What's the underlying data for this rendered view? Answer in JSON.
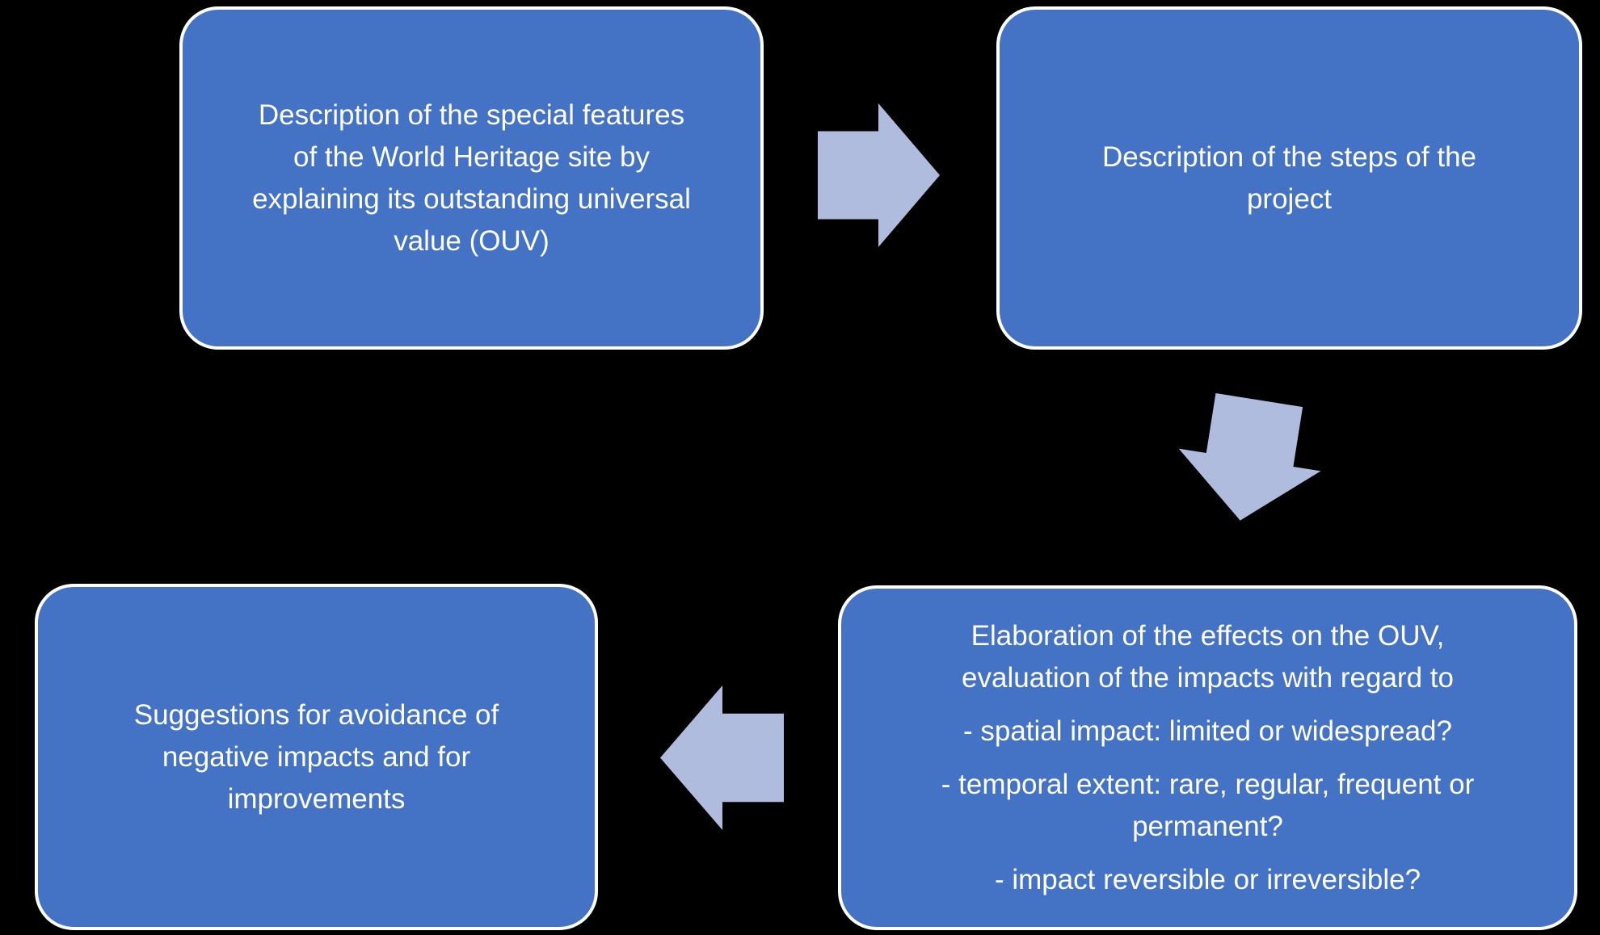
{
  "colors": {
    "background": "#000000",
    "box_fill": "#4472C4",
    "box_border": "#FFFFFF",
    "arrow_fill": "#AFBCDE",
    "text_color": "#FFFFFF"
  },
  "boxes": {
    "top_left": {
      "lines": [
        "Description of the special features",
        "of the World Heritage site by",
        "explaining its outstanding universal",
        "value (OUV)"
      ]
    },
    "top_right": {
      "lines": [
        "Description of the steps of the",
        "project"
      ]
    },
    "bottom_right": {
      "paragraphs": [
        {
          "lines": [
            "Elaboration of the effects on the OUV,",
            "evaluation of the impacts with regard to"
          ]
        },
        {
          "lines": [
            "- spatial impact: limited or widespread?"
          ]
        },
        {
          "lines": [
            "- temporal extent: rare, regular, frequent or",
            "permanent?"
          ]
        },
        {
          "lines": [
            "- impact reversible or irreversible?"
          ]
        }
      ]
    },
    "bottom_left": {
      "lines": [
        "Suggestions for avoidance of",
        "negative impacts and for",
        "improvements"
      ]
    }
  },
  "arrows": [
    {
      "name": "arrow-right-icon",
      "direction": "right"
    },
    {
      "name": "arrow-down-icon",
      "direction": "down"
    },
    {
      "name": "arrow-left-icon",
      "direction": "left"
    }
  ]
}
